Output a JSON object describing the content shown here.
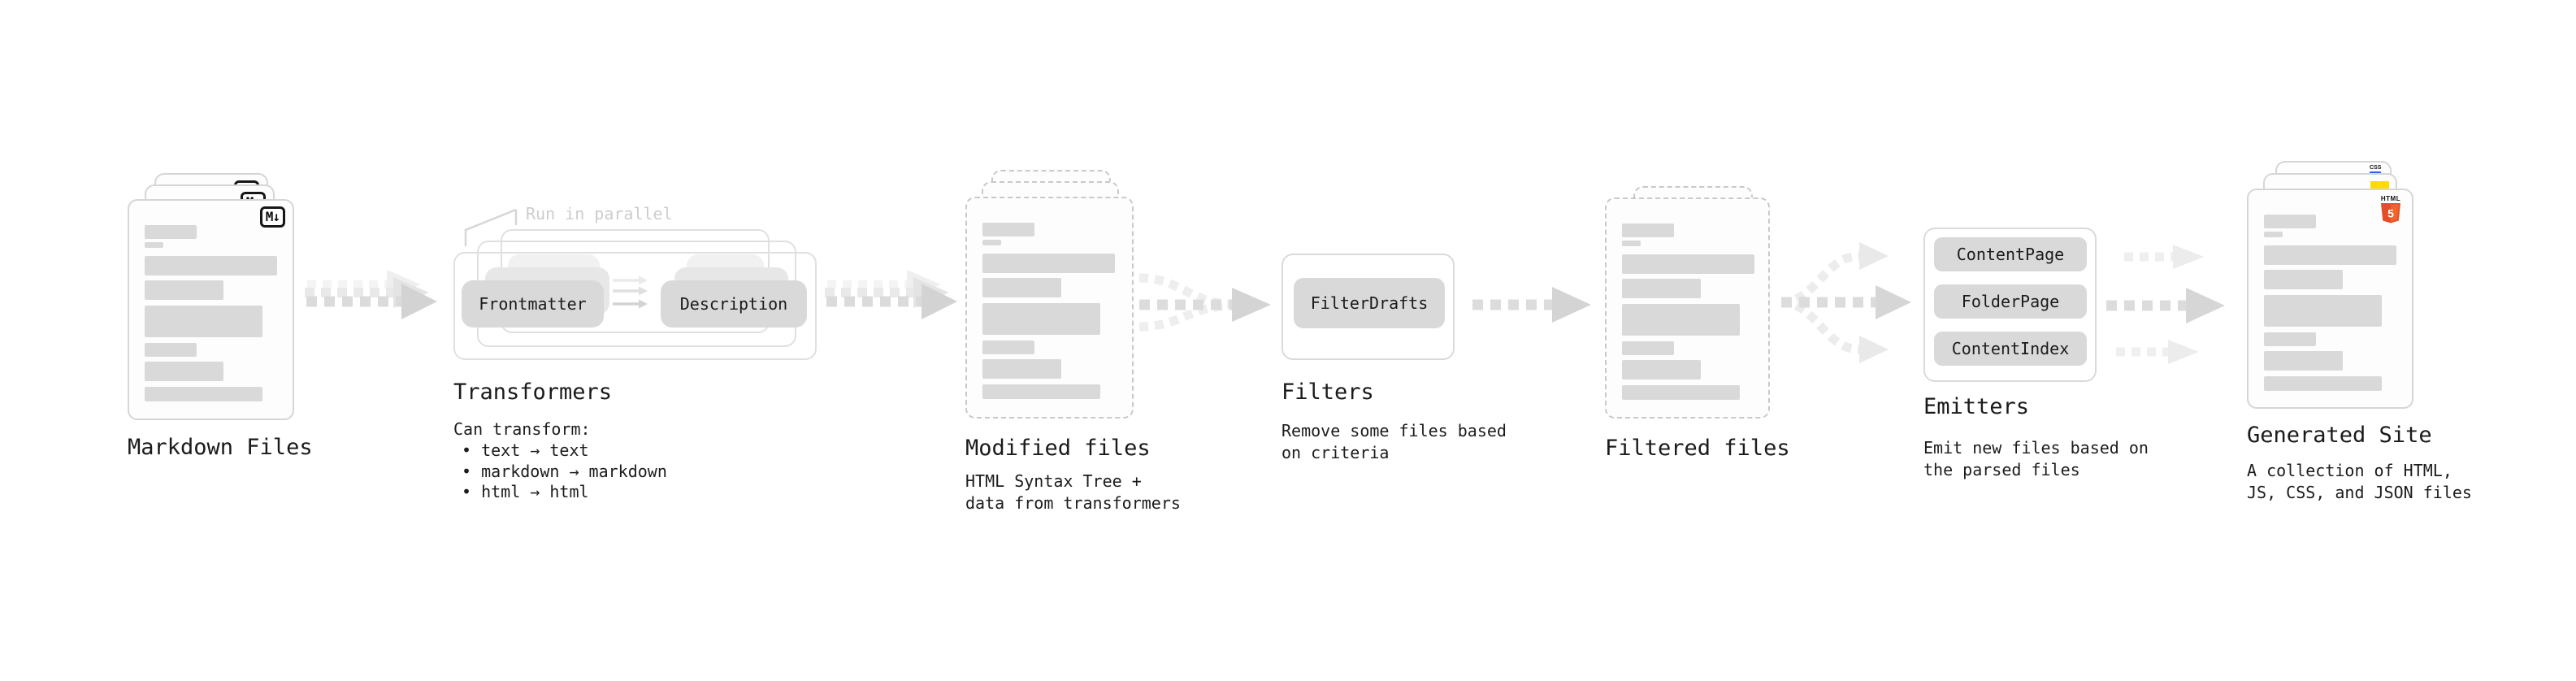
{
  "stages": {
    "markdown": {
      "title": "Markdown Files",
      "badge": "M↓"
    },
    "transformers": {
      "title": "Transformers",
      "note": "Run in parallel",
      "box_left": "Frontmatter",
      "box_right": "Description",
      "desc": {
        "intro": "Can transform:",
        "bullets": [
          "• text → text",
          "• markdown → markdown",
          "• html → html"
        ]
      }
    },
    "modified": {
      "title": "Modified files",
      "desc_lines": [
        "HTML Syntax Tree +",
        "data from transformers"
      ]
    },
    "filters": {
      "title": "Filters",
      "box": "FilterDrafts",
      "desc_lines": [
        "Remove some files based",
        "on criteria"
      ]
    },
    "filtered": {
      "title": "Filtered files"
    },
    "emitters": {
      "title": "Emitters",
      "boxes": [
        "ContentPage",
        "FolderPage",
        "ContentIndex"
      ],
      "desc_lines": [
        "Emit new files based on",
        "the parsed files"
      ]
    },
    "generated": {
      "title": "Generated Site",
      "desc_lines": [
        "A collection of HTML,",
        "JS, CSS, and JSON files"
      ],
      "css_icon_label": "CSS",
      "html5_wordmark": "HTML",
      "html5_numeral": "5"
    }
  },
  "colors": {
    "skeleton": "#d9d9d9",
    "arrow_main": "#dbdbdb",
    "arrow_faint": "#efefef",
    "css_blue": "#2965f1",
    "js_yellow": "#ffdb00",
    "html5_orange_dark": "#e44d26",
    "html5_orange_light": "#f16529"
  }
}
